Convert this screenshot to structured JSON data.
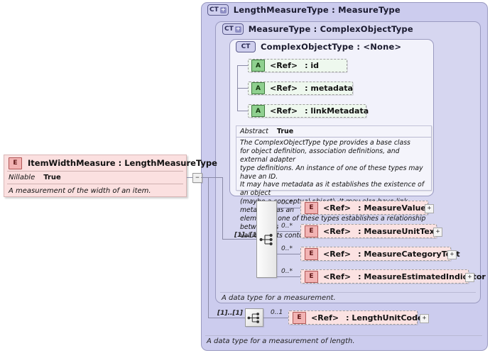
{
  "diagram": {
    "kind": "xsd-schema-diagram",
    "root_element": {
      "badge": "E",
      "title": "ItemWidthMeasure : LengthMeasureType",
      "property_key": "Nillable",
      "property_value": "True",
      "documentation": "A measurement of the width of an item."
    },
    "collapse_toggle": "−",
    "panels": [
      {
        "badge": "CT",
        "expander": "+",
        "title": "LengthMeasureType : MeasureType",
        "caption": "A data type for a measurement of length."
      },
      {
        "badge": "CT",
        "expander": "+",
        "title": "MeasureType : ComplexObjectType",
        "caption": "A data type for a measurement."
      },
      {
        "badge": "CT",
        "expander": "",
        "title": "ComplexObjectType : <None>",
        "caption": ""
      }
    ],
    "attributes": [
      {
        "badge": "A",
        "ref": "<Ref>",
        "name": ": id"
      },
      {
        "badge": "A",
        "ref": "<Ref>",
        "name": ": metadata"
      },
      {
        "badge": "A",
        "ref": "<Ref>",
        "name": ": linkMetadata"
      }
    ],
    "abstract_block": {
      "key": "Abstract",
      "value": "True",
      "text": "The ComplexObjectType type provides a base class\nfor object definition, association definitions, and external adapter\ntype definitions. An instance of one of these types may have an ID.\nIt may have metadata as it establishes the existence of an object\n(maybe a conceptual object). It may also have link metadata, as an\nelement of one of these types establishes a relationship between its\nvalue and its context."
    },
    "measure_sequence": {
      "compositor_cardinality": "[1]..[1]",
      "compositor_icon": "sequence-icon",
      "elements": [
        {
          "cardinality": "0..*",
          "badge": "E",
          "ref": "<Ref>",
          "name": ": MeasureValue",
          "expander": "+"
        },
        {
          "cardinality": "0..*",
          "badge": "E",
          "ref": "<Ref>",
          "name": ": MeasureUnitText",
          "expander": "+"
        },
        {
          "cardinality": "0..*",
          "badge": "E",
          "ref": "<Ref>",
          "name": ": MeasureCategoryText",
          "expander": "+"
        },
        {
          "cardinality": "0..*",
          "badge": "E",
          "ref": "<Ref>",
          "name": ": MeasureEstimatedIndicator",
          "expander": "+"
        }
      ]
    },
    "length_sequence": {
      "compositor_cardinality": "[1]..[1]",
      "compositor_icon": "sequence-icon",
      "elements": [
        {
          "cardinality": "0..1",
          "badge": "E",
          "ref": "<Ref>",
          "name": ": LengthUnitCode",
          "expander": "+"
        }
      ]
    },
    "colors": {
      "panel_outer": "#ccccee",
      "panel_mid": "#d6d6f0",
      "panel_inner": "#f2f2fb",
      "element_pink": "#fbe2e2",
      "attribute_green": "#eef8ee"
    }
  }
}
